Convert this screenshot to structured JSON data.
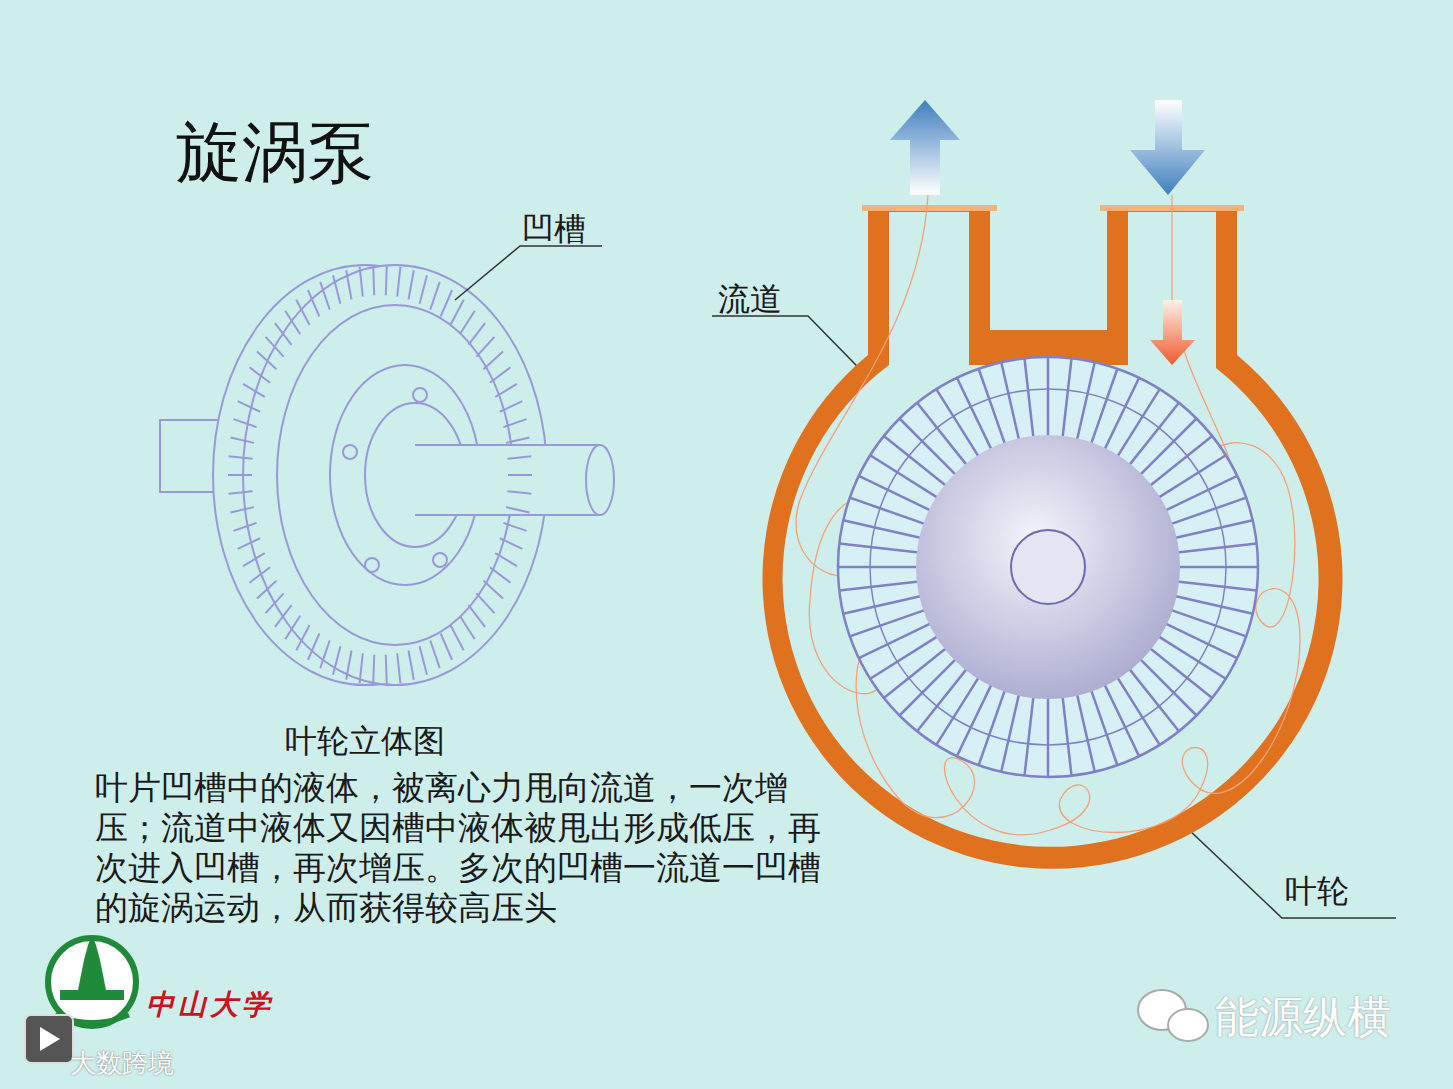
{
  "diagram": {
    "title": "旋涡泵",
    "labels": [
      "凹槽",
      "流道",
      "叶轮立体图",
      "叶片凹槽中的液体，被离心力甩向流道，一次增压；流道中液体又因槽中液体被甩出形成低压，再次进入凹槽，再次增压。多次的凹槽一流道一凹槽的旋涡运动，从而获得较高压头",
      "叶轮",
      "中山大学",
      "能源纵横",
      "大数跨境"
    ]
  }
}
